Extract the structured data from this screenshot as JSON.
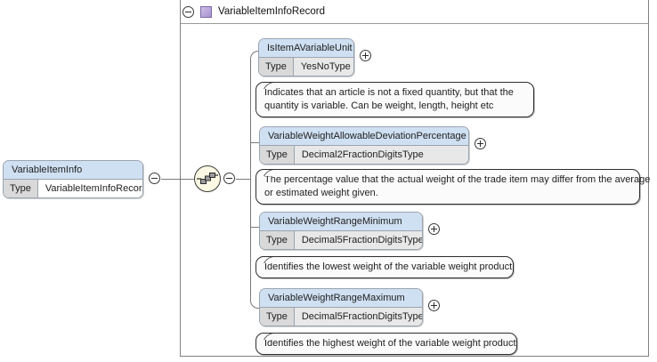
{
  "diagram": {
    "type": "xml-schema-element-diagram",
    "root_node": {
      "name": "VariableItemInfo",
      "type_label": "Type",
      "type_value": "VariableItemInfoRecord",
      "toggle": "minus"
    },
    "record_container": {
      "title": "VariableItemInfoRecord",
      "toggle": "minus",
      "swatch_icon": "complex-type-swatch"
    },
    "compositor": {
      "kind": "sequence",
      "toggle": "minus"
    },
    "children": [
      {
        "name": "IsItemAVariableUnit",
        "type_label": "Type",
        "type_value": "YesNoType",
        "toggle": "plus",
        "annotation": [
          "Indicates that an article is not a fixed quantity, but that the",
          "quantity is variable. Can be weight, length, height etc"
        ]
      },
      {
        "name": "VariableWeightAllowableDeviationPercentage",
        "type_label": "Type",
        "type_value": "Decimal2FractionDigitsType",
        "toggle": "plus",
        "annotation": [
          "The percentage value that the actual weight of the trade item may differ from the average",
          "or estimated weight given."
        ]
      },
      {
        "name": "VariableWeightRangeMinimum",
        "type_label": "Type",
        "type_value": "Decimal5FractionDigitsType",
        "toggle": "plus",
        "annotation": [
          "Identifies the lowest weight of the variable weight product"
        ]
      },
      {
        "name": "VariableWeightRangeMaximum",
        "type_label": "Type",
        "type_value": "Decimal5FractionDigitsType",
        "toggle": "plus",
        "annotation": [
          "Identifies the highest weight of the variable weight product"
        ]
      }
    ],
    "colors": {
      "node_header": "#cfe0f2",
      "type_label_cell": "#d9d9d9",
      "type_value_cell": "#e8e8e8",
      "node_border": "#9aa4b0",
      "container_border": "#808080",
      "compositor_fill": "#fbf8e3",
      "swatch": "#b9a6da",
      "connector": "#7a7a7a"
    }
  }
}
